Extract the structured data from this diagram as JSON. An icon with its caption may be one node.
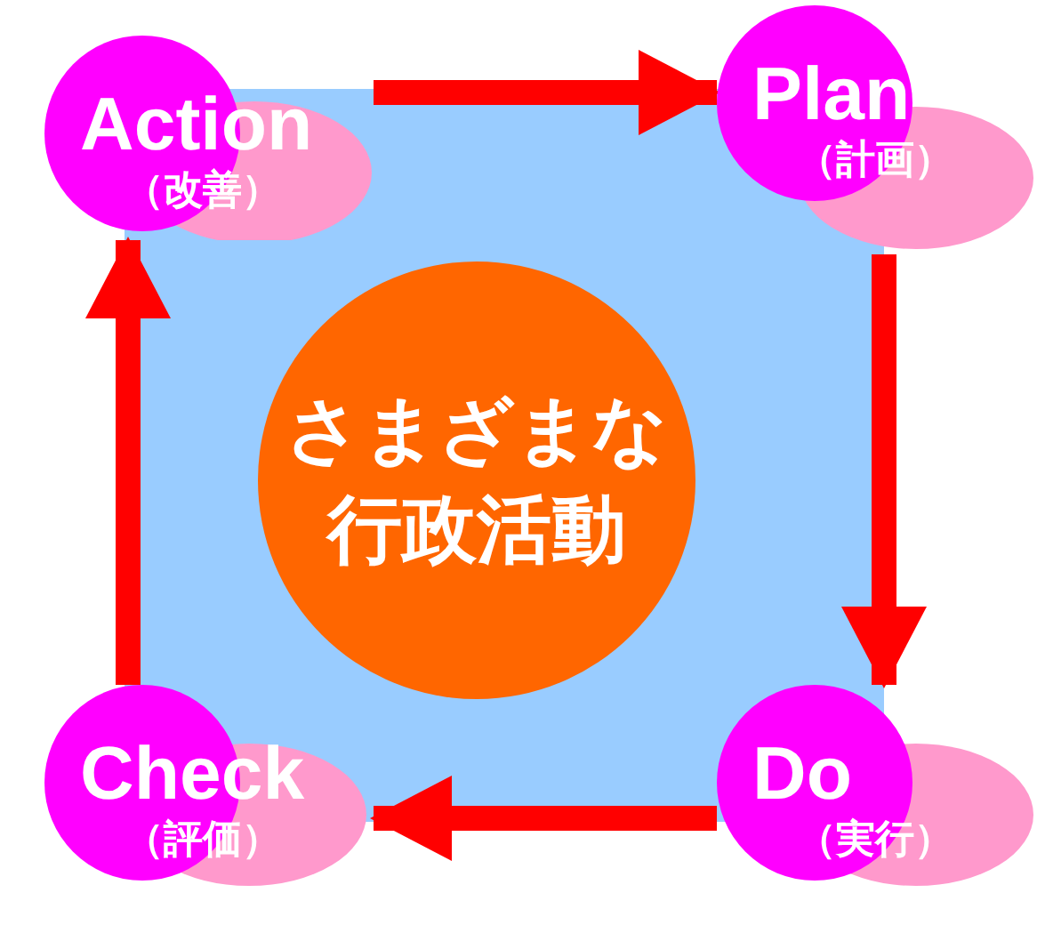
{
  "diagram": {
    "nodes": [
      {
        "text": [
          "さまざまな行政活動"
        ]
      },
      {
        "text": [
          "Plan",
          "（計画）"
        ]
      },
      {
        "text": [
          "Do",
          "（実行）"
        ]
      },
      {
        "text": [
          "Check",
          "（評価）"
        ]
      },
      {
        "text": [
          "Action",
          "（改善）"
        ]
      }
    ],
    "edges": [
      {
        "from": 1,
        "to": 2,
        "arrow": "to"
      },
      {
        "from": 2,
        "to": 3,
        "arrow": "to"
      },
      {
        "from": 3,
        "to": 4,
        "arrow": "to"
      },
      {
        "from": 4,
        "to": 1,
        "arrow": "to"
      }
    ]
  }
}
